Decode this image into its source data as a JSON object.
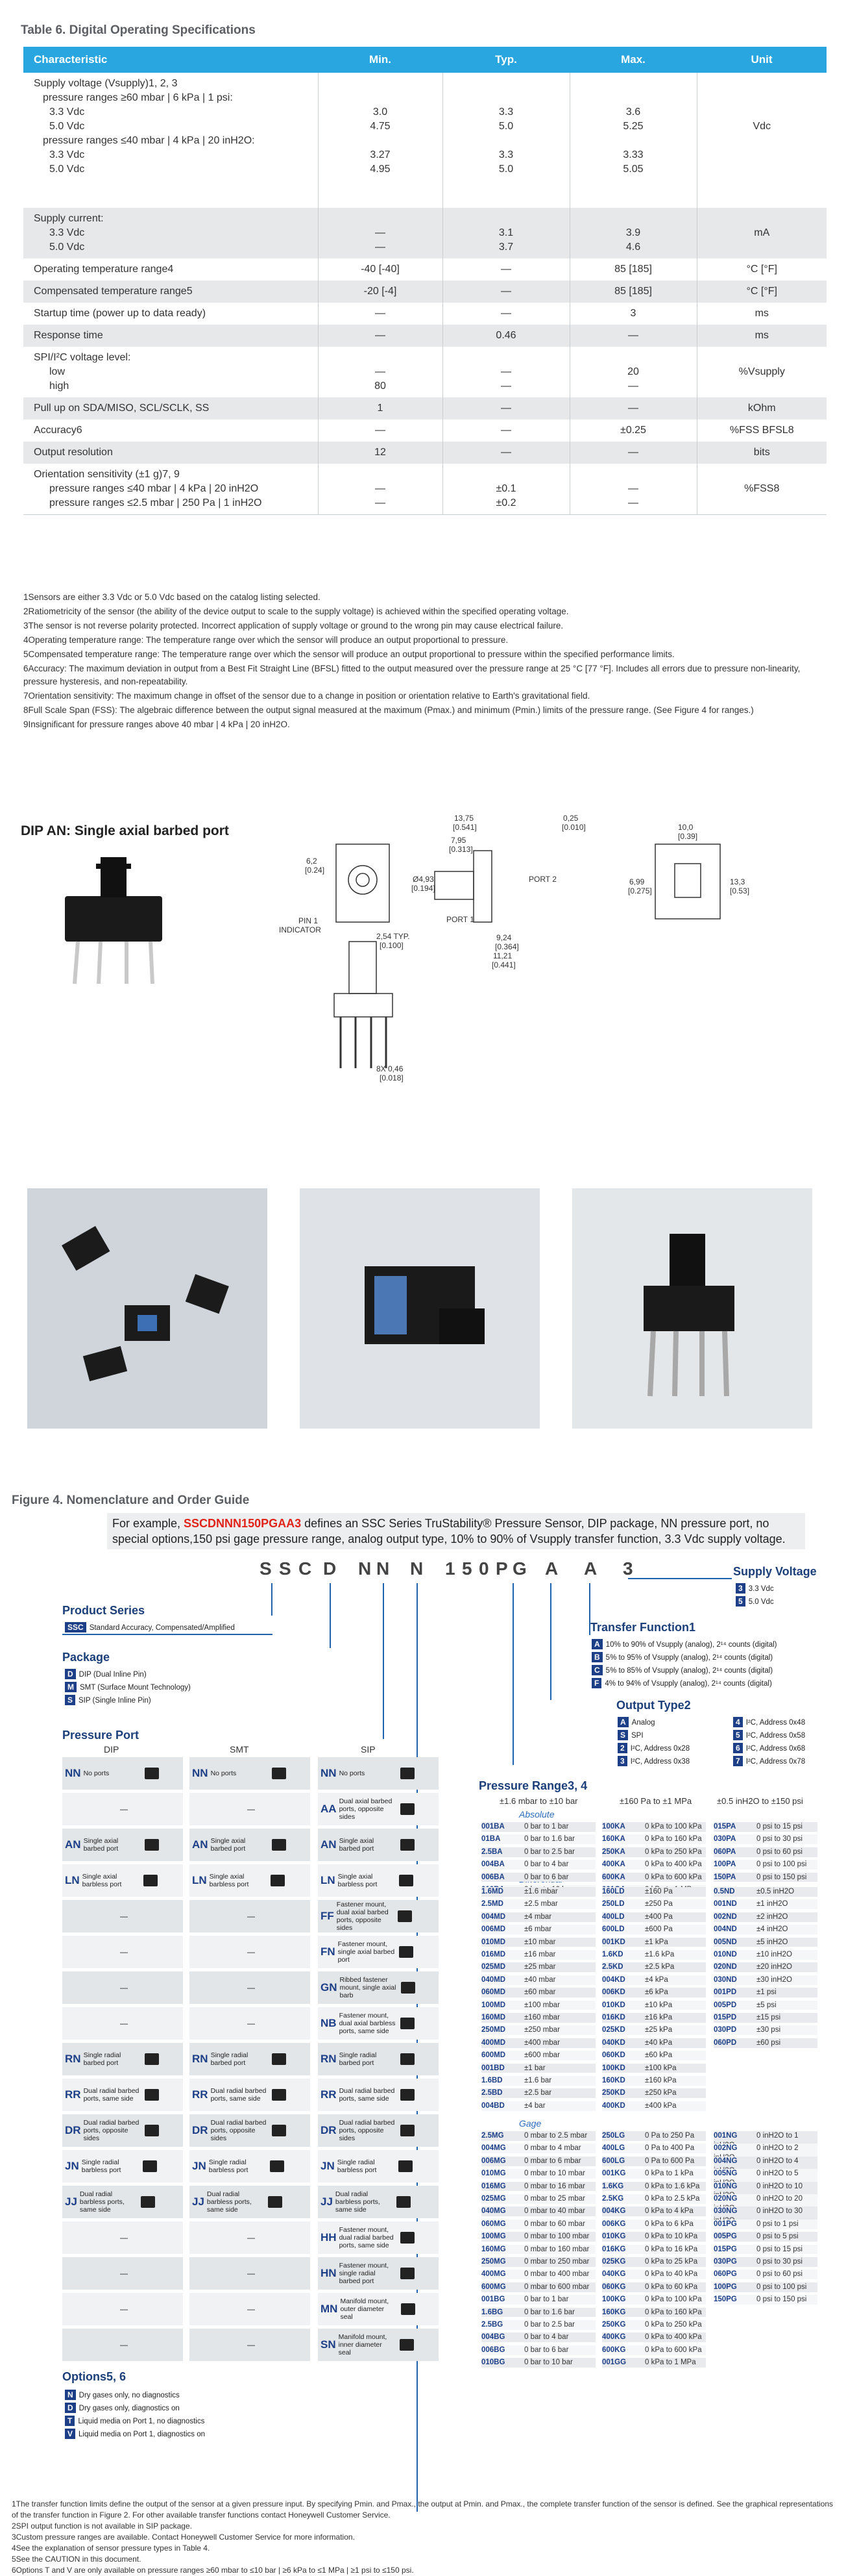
{
  "table": {
    "title": "Table 6. Digital Operating Specifications",
    "headers": [
      "Characteristic",
      "Min.",
      "Typ.",
      "Max.",
      "Unit"
    ],
    "supply": {
      "label": "Supply voltage (Vsupply)1, 2, 3",
      "cond1": "pressure ranges ≥60 mbar | 6 kPa | 1 psi:",
      "v33": "3.3 Vdc",
      "v50": "5.0 Vdc",
      "cond2": "pressure ranges ≤40 mbar | 4 kPa | 20 inH2O:",
      "min": [
        "3.0",
        "4.75",
        "3.27",
        "4.95"
      ],
      "typ": [
        "3.3",
        "5.0",
        "3.3",
        "5.0"
      ],
      "max": [
        "3.6",
        "5.25",
        "3.33",
        "5.05"
      ],
      "unit": "Vdc"
    },
    "current": {
      "label": "Supply current:",
      "v33": "3.3 Vdc",
      "v50": "5.0 Vdc",
      "min": [
        "—",
        "—"
      ],
      "typ": [
        "3.1",
        "3.7"
      ],
      "max": [
        "3.9",
        "4.6"
      ],
      "unit": "mA"
    },
    "rows": [
      {
        "c": "Operating temperature range4",
        "min": "-40 [-40]",
        "typ": "—",
        "max": "85 [185]",
        "unit": "°C [°F]"
      },
      {
        "c": "Compensated temperature range5",
        "min": "-20 [-4]",
        "typ": "—",
        "max": "85 [185]",
        "unit": "°C [°F]"
      },
      {
        "c": "Startup time (power up to data ready)",
        "min": "—",
        "typ": "—",
        "max": "3",
        "unit": "ms"
      },
      {
        "c": "Response time",
        "min": "—",
        "typ": "0.46",
        "max": "—",
        "unit": "ms"
      }
    ],
    "spi": {
      "label": "SPI/I²C voltage level:",
      "low": "low",
      "high": "high",
      "min": [
        "—",
        "80"
      ],
      "typ": [
        "—",
        "—"
      ],
      "max": [
        "20",
        "—"
      ],
      "unit": "%Vsupply"
    },
    "rows2": [
      {
        "c": "Pull up on SDA/MISO, SCL/SCLK, SS",
        "min": "1",
        "typ": "—",
        "max": "—",
        "unit": "kOhm"
      },
      {
        "c": "Accuracy6",
        "min": "—",
        "typ": "—",
        "max": "±0.25",
        "unit": "%FSS BFSL8"
      },
      {
        "c": "Output resolution",
        "min": "12",
        "typ": "—",
        "max": "—",
        "unit": "bits"
      }
    ],
    "orient": {
      "label": "Orientation sensitivity (±1 g)7, 9",
      "r1": "pressure ranges ≤40 mbar | 4 kPa | 20 inH2O",
      "r2": "pressure ranges ≤2.5 mbar | 250 Pa | 1 inH2O",
      "min": [
        "—",
        "—"
      ],
      "typ": [
        "±0.1",
        "±0.2"
      ],
      "max": [
        "—",
        "—"
      ],
      "unit": "%FSS8"
    }
  },
  "notes": [
    "1Sensors are either 3.3 Vdc or 5.0 Vdc based on the catalog listing selected.",
    "2Ratiometricity of the sensor (the ability of the device output to scale to the supply voltage) is achieved within the specified operating voltage.",
    "3The sensor is not reverse polarity protected. Incorrect application of supply voltage or ground to the wrong pin may cause electrical failure.",
    "4Operating temperature range: The temperature range over which the sensor will produce an output proportional to pressure.",
    "5Compensated temperature range: The temperature range over which the sensor will produce an output proportional to pressure within the specified performance limits.",
    "6Accuracy: The maximum deviation in output from a Best Fit Straight Line (BFSL) fitted to the output measured over the pressure range at 25 °C [77 °F]. Includes all errors due to pressure non-linearity, pressure hysteresis, and non-repeatability.",
    "7Orientation sensitivity: The maximum change in offset of the sensor due to a change in position or orientation relative to Earth's gravitational field.",
    "8Full Scale Span (FSS): The algebraic difference between the output signal measured at the maximum (Pmax.) and minimum (Pmin.) limits of the pressure range. (See Figure 4 for ranges.)",
    "9Insignificant for pressure ranges above 40 mbar | 4 kPa | 20 inH2O."
  ],
  "dip": {
    "title": "DIP AN: Single axial barbed port",
    "dims": [
      "13,75",
      "[0.541]",
      "7,95",
      "[0.313]",
      "0,25",
      "[0.010]",
      "10,0",
      "[0.39]",
      "6,2",
      "[0.24]",
      "Ø4,93",
      "[0.194]",
      "6,99",
      "[0.275]",
      "13,3",
      "[0.53]",
      "PORT 2",
      "PORT 1",
      "PIN 1",
      "INDICATOR",
      "2,54 TYP.",
      "[0.100]",
      "9,24",
      "[0.364]",
      "11,21",
      "[0.441]",
      "8X 0,46",
      "[0.018]"
    ]
  },
  "figure": {
    "title": "Figure 4. Nomenclature and Order Guide",
    "example_pre": "For example, ",
    "example_code": "SSCDNNN150PGAA3",
    "example_post": " defines an SSC Series TruStability® Pressure Sensor, DIP package, NN pressure port, no special options,150 psi gage pressure range, analog output type, 10% to 90% of Vsupply transfer function, 3.3 Vdc supply voltage.",
    "code": [
      "S",
      "S",
      "C",
      "D",
      "N",
      "N",
      "N",
      "1",
      "5",
      "0",
      "P",
      "G",
      "A",
      "A",
      "3"
    ]
  },
  "product_series": {
    "title": "Product Series",
    "code": "SSC",
    "desc": "Standard Accuracy, Compensated/Amplified"
  },
  "package": {
    "title": "Package",
    "items": [
      {
        "k": "D",
        "v": "DIP (Dual Inline Pin)"
      },
      {
        "k": "M",
        "v": "SMT (Surface Mount Technology)"
      },
      {
        "k": "S",
        "v": "SIP (Single Inline Pin)"
      }
    ]
  },
  "pressure_port": {
    "title": "Pressure Port",
    "cols": [
      "DIP",
      "SMT",
      "SIP"
    ],
    "rows": [
      [
        "NN|No ports",
        "NN|No ports",
        "NN|No ports"
      ],
      [
        "—",
        "—",
        "AA|Dual axial barbed ports, opposite sides"
      ],
      [
        "AN|Single axial barbed port",
        "AN|Single axial barbed port",
        "AN|Single axial barbed port"
      ],
      [
        "LN|Single axial barbless port",
        "LN|Single axial barbless port",
        "LN|Single axial barbless port"
      ],
      [
        "—",
        "—",
        "FF|Fastener mount, dual axial barbed ports, opposite sides"
      ],
      [
        "—",
        "—",
        "FN|Fastener mount, single axial barbed port"
      ],
      [
        "—",
        "—",
        "GN|Ribbed fastener mount, single axial barb"
      ],
      [
        "—",
        "—",
        "NB|Fastener mount, dual axial barbless ports, same side"
      ],
      [
        "RN|Single radial barbed port",
        "RN|Single radial barbed port",
        "RN|Single radial barbed port"
      ],
      [
        "RR|Dual radial barbed ports, same side",
        "RR|Dual radial barbed ports, same side",
        "RR|Dual radial barbed ports, same side"
      ],
      [
        "DR|Dual radial barbed ports, opposite sides",
        "DR|Dual radial barbed ports, opposite sides",
        "DR|Dual radial barbed ports, opposite sides"
      ],
      [
        "JN|Single radial barbless port",
        "JN|Single radial barbless port",
        "JN|Single radial barbless port"
      ],
      [
        "JJ|Dual radial barbless ports, same side",
        "JJ|Dual radial barbless ports, same side",
        "JJ|Dual radial barbless ports, same side"
      ],
      [
        "—",
        "—",
        "HH|Fastener mount, dual radial barbed ports, same side"
      ],
      [
        "—",
        "—",
        "HN|Fastener mount, single radial barbed port"
      ],
      [
        "—",
        "—",
        "MN|Manifold mount, outer diameter seal"
      ],
      [
        "—",
        "—",
        "SN|Manifold mount, inner diameter seal"
      ]
    ]
  },
  "options": {
    "title": "Options5, 6",
    "items": [
      {
        "k": "N",
        "v": "Dry gases only, no diagnostics"
      },
      {
        "k": "D",
        "v": "Dry gases only, diagnostics on"
      },
      {
        "k": "T",
        "v": "Liquid media on Port 1, no diagnostics"
      },
      {
        "k": "V",
        "v": "Liquid media on Port 1, diagnostics on"
      }
    ]
  },
  "supply_voltage": {
    "title": "Supply Voltage",
    "items": [
      {
        "k": "3",
        "v": "3.3 Vdc"
      },
      {
        "k": "5",
        "v": "5.0 Vdc"
      }
    ]
  },
  "transfer": {
    "title": "Transfer Function1",
    "items": [
      {
        "k": "A",
        "v": "10% to 90% of Vsupply (analog), 2¹⁴ counts (digital)"
      },
      {
        "k": "B",
        "v": "5% to 95% of Vsupply (analog), 2¹⁴ counts (digital)"
      },
      {
        "k": "C",
        "v": "5% to 85% of Vsupply (analog), 2¹⁴ counts (digital)"
      },
      {
        "k": "F",
        "v": "4% to 94% of Vsupply (analog), 2¹⁴ counts (digital)"
      }
    ]
  },
  "output": {
    "title": "Output Type2",
    "items": [
      {
        "k": "A",
        "v": "Analog"
      },
      {
        "k": "S",
        "v": "SPI"
      },
      {
        "k": "2",
        "v": "I²C, Address 0x28"
      },
      {
        "k": "3",
        "v": "I²C, Address 0x38"
      },
      {
        "k": "4",
        "v": "I²C, Address 0x48"
      },
      {
        "k": "5",
        "v": "I²C, Address 0x58"
      },
      {
        "k": "6",
        "v": "I²C, Address 0x68"
      },
      {
        "k": "7",
        "v": "I²C, Address 0x78"
      }
    ]
  },
  "pressure_range": {
    "title": "Pressure Range3, 4",
    "col_heads": [
      "±1.6 mbar to ±10 bar",
      "±160 Pa to ±1 MPa",
      "±0.5 inH2O to ±150 psi"
    ],
    "abs_title": "Absolute",
    "abs": [
      [
        "001BA|0 bar to 1 bar",
        "100KA|0 kPa to 100 kPa",
        "015PA|0 psi to 15 psi"
      ],
      [
        "01BA|0 bar to 1.6 bar",
        "160KA|0 kPa to 160 kPa",
        "030PA|0 psi to 30 psi"
      ],
      [
        "2.5BA|0 bar to 2.5 bar",
        "250KA|0 kPa to 250 kPa",
        "060PA|0 psi to 60 psi"
      ],
      [
        "004BA|0 bar to 4 bar",
        "400KA|0 kPa to 400 kPa",
        "100PA|0 psi to 100 psi"
      ],
      [
        "006BA|0 bar to 6 bar",
        "600KA|0 kPa to 600 kPa",
        "150PA|0 psi to 150 psi"
      ],
      [
        "010BA|0 bar to 10 bar",
        "001GA|0 kPa to 1 MPa",
        ""
      ]
    ],
    "diff_title": "Differential",
    "diff": [
      [
        "1.6MD|±1.6 mbar",
        "160LD|±160 Pa",
        "0.5ND|±0.5 inH2O"
      ],
      [
        "2.5MD|±2.5 mbar",
        "250LD|±250 Pa",
        "001ND|±1 inH2O"
      ],
      [
        "004MD|±4 mbar",
        "400LD|±400 Pa",
        "002ND|±2 inH2O"
      ],
      [
        "006MD|±6 mbar",
        "600LD|±600 Pa",
        "004ND|±4 inH2O"
      ],
      [
        "010MD|±10 mbar",
        "001KD|±1 kPa",
        "005ND|±5 inH2O"
      ],
      [
        "016MD|±16 mbar",
        "1.6KD|±1.6 kPa",
        "010ND|±10 inH2O"
      ],
      [
        "025MD|±25 mbar",
        "2.5KD|±2.5 kPa",
        "020ND|±20 inH2O"
      ],
      [
        "040MD|±40 mbar",
        "004KD|±4 kPa",
        "030ND|±30 inH2O"
      ],
      [
        "060MD|±60 mbar",
        "006KD|±6 kPa",
        "001PD|±1 psi"
      ],
      [
        "100MD|±100 mbar",
        "010KD|±10 kPa",
        "005PD|±5 psi"
      ],
      [
        "160MD|±160 mbar",
        "016KD|±16 kPa",
        "015PD|±15 psi"
      ],
      [
        "250MD|±250 mbar",
        "025KD|±25 kPa",
        "030PD|±30 psi"
      ],
      [
        "400MD|±400 mbar",
        "040KD|±40 kPa",
        "060PD|±60 psi"
      ],
      [
        "600MD|±600 mbar",
        "060KD|±60 kPa",
        ""
      ],
      [
        "001BD|±1 bar",
        "100KD|±100 kPa",
        ""
      ],
      [
        "1.6BD|±1.6 bar",
        "160KD|±160 kPa",
        ""
      ],
      [
        "2.5BD|±2.5 bar",
        "250KD|±250 kPa",
        ""
      ],
      [
        "004BD|±4 bar",
        "400KD|±400 kPa",
        ""
      ]
    ],
    "gage_title": "Gage",
    "gage": [
      [
        "2.5MG|0 mbar to 2.5 mbar",
        "250LG|0 Pa to 250 Pa",
        "001NG|0 inH2O to 1 inH2O"
      ],
      [
        "004MG|0 mbar to 4 mbar",
        "400LG|0 Pa to 400 Pa",
        "002NG|0 inH2O to 2 inH2O"
      ],
      [
        "006MG|0 mbar to 6 mbar",
        "600LG|0 Pa to 600 Pa",
        "004NG|0 inH2O to 4 inH2O"
      ],
      [
        "010MG|0 mbar to 10 mbar",
        "001KG|0 kPa to 1 kPa",
        "005NG|0 inH2O to 5 inH2O"
      ],
      [
        "016MG|0 mbar to 16 mbar",
        "1.6KG|0 kPa to 1.6 kPa",
        "010NG|0 inH2O to 10 inH2O"
      ],
      [
        "025MG|0 mbar to 25 mbar",
        "2.5KG|0 kPa to 2.5 kPa",
        "020NG|0 inH2O to 20 inH2O"
      ],
      [
        "040MG|0 mbar to 40 mbar",
        "004KG|0 kPa to 4 kPa",
        "030NG|0 inH2O to 30 inH2O"
      ],
      [
        "060MG|0 mbar to 60 mbar",
        "006KG|0 kPa to 6 kPa",
        "001PG|0 psi to 1 psi"
      ],
      [
        "100MG|0 mbar to 100 mbar",
        "010KG|0 kPa to 10 kPa",
        "005PG|0 psi to 5 psi"
      ],
      [
        "160MG|0 mbar to 160 mbar",
        "016KG|0 kPa to 16 kPa",
        "015PG|0 psi to 15 psi"
      ],
      [
        "250MG|0 mbar to 250 mbar",
        "025KG|0 kPa to 25 kPa",
        "030PG|0 psi to 30 psi"
      ],
      [
        "400MG|0 mbar to 400 mbar",
        "040KG|0 kPa to 40 kPa",
        "060PG|0 psi to 60 psi"
      ],
      [
        "600MG|0 mbar to 600 mbar",
        "060KG|0 kPa to 60 kPa",
        "100PG|0 psi to 100 psi"
      ],
      [
        "001BG|0 bar to 1 bar",
        "100KG|0 kPa to 100 kPa",
        "150PG|0 psi to 150 psi"
      ],
      [
        "1.6BG|0 bar to 1.6 bar",
        "160KG|0 kPa to 160 kPa",
        ""
      ],
      [
        "2.5BG|0 bar to 2.5 bar",
        "250KG|0 kPa to 250 kPa",
        ""
      ],
      [
        "004BG|0 bar to 4 bar",
        "400KG|0 kPa to 400 kPa",
        ""
      ],
      [
        "006BG|0 bar to 6 bar",
        "600KG|0 kPa to 600 kPa",
        ""
      ],
      [
        "010BG|0 bar to 10 bar",
        "001GG|0 kPa to 1 MPa",
        ""
      ]
    ]
  },
  "bottom_notes": [
    "1The transfer function limits define the output of the sensor at a given pressure input. By specifying Pmin. and Pmax., the output at Pmin. and Pmax., the complete transfer function of the sensor is defined. See the graphical representations of the transfer function in Figure 2. For other available transfer functions contact Honeywell Customer Service.",
    "2SPI output function is not available in SIP package.",
    "3Custom pressure ranges are available. Contact Honeywell Customer Service for more information.",
    "4See the explanation of sensor pressure types in Table 4.",
    "5See the CAUTION in this document.",
    "6Options T and V are only available on pressure ranges ≥60 mbar to ≤10 bar | ≥6 kPa to ≤1 MPa | ≥1 psi to ≤150 psi."
  ]
}
